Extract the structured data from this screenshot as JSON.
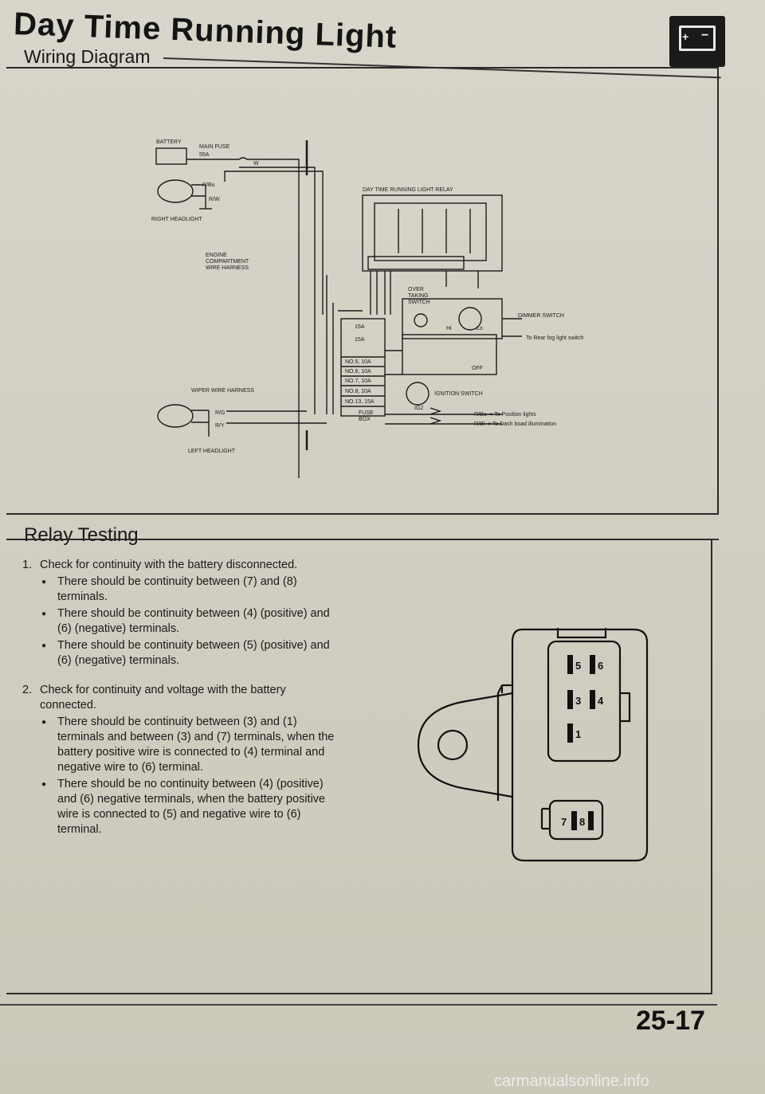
{
  "title": "Day Time Running Light",
  "sections": {
    "wiring_heading": "Wiring Diagram",
    "relay_heading": "Relay Testing"
  },
  "diagram": {
    "labels": {
      "battery": "BATTERY",
      "main_fuse": "MAIN FUSE",
      "main_fuse_rating": "55A",
      "w": "W",
      "r_bu": "R/Bu",
      "r_w": "R/W",
      "right_headlight": "RIGHT HEADLIGHT",
      "engine": "ENGINE",
      "engine_2": "COMPARTMENT",
      "engine_3": "WIRE HARNESS",
      "relay": "DAY TIME RUNNING LIGHT RELAY",
      "over": "OVER",
      "taking": "TAKING",
      "switch": "SWITCH",
      "dimmer_switch": "DIMMER SWITCH",
      "rear_fog": "To Rear fog light switch",
      "f15a": "15A",
      "no5": "NO.5, 10A",
      "no6": "NO.6, 10A",
      "no7": "NO.7, 10A",
      "no8": "NO.8, 10A",
      "no13": "NO.13, 15A",
      "fuse": "FUSE",
      "box": "BOX",
      "wiper_harness": "WIPER WIRE HARNESS",
      "r_g": "R/G",
      "r_y": "R/Y",
      "left_headlight": "LEFT HEADLIGHT",
      "ignition_switch": "IGNITION SWITCH",
      "ig2": "IG2",
      "position_lights": "R/Bu ➜ To Position lights",
      "dash_illum": "R/Bl ➜ To Dash boad illumination",
      "hi": "Hi",
      "lo": "Lo",
      "off": "OFF"
    }
  },
  "steps": [
    {
      "num": "1.",
      "text": "Check for continuity with the battery disconnected.",
      "bullets": [
        "There should be continuity between (7) and (8) terminals.",
        "There should be continuity between (4) (positive) and (6) (negative) terminals.",
        "There should be continuity between (5) (positive) and (6) (negative) terminals."
      ]
    },
    {
      "num": "2.",
      "text": "Check for continuity and voltage with the battery connected.",
      "bullets": [
        "There should be continuity between (3) and (1) terminals and between (3) and (7) terminals, when the battery positive wire is connected to (4) terminal and negative wire to (6) terminal.",
        "There should be no continuity between (4) (positive) and (6) negative terminals, when the battery positive wire is connected to (5) and negative wire to (6) terminal."
      ]
    }
  ],
  "connector": {
    "pins": [
      "5",
      "6",
      "3",
      "4",
      "1",
      "7",
      "8"
    ]
  },
  "page_number": "25-17",
  "watermark": "carmanualsonline.info"
}
